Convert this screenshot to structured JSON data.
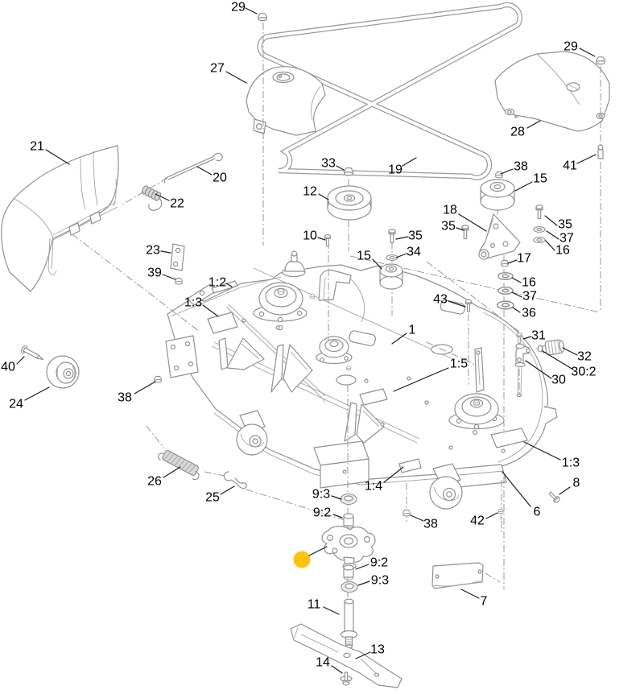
{
  "colors": {
    "highlight": "#ffc20e",
    "line": "#919191",
    "label": "#000000",
    "background": "#ffffff"
  },
  "labels": [
    {
      "text": "29"
    },
    {
      "text": "27"
    },
    {
      "text": "28"
    },
    {
      "text": "29"
    },
    {
      "text": "41"
    },
    {
      "text": "21"
    },
    {
      "text": "20"
    },
    {
      "text": "22"
    },
    {
      "text": "19"
    },
    {
      "text": "33"
    },
    {
      "text": "12"
    },
    {
      "text": "38"
    },
    {
      "text": "15"
    },
    {
      "text": "18"
    },
    {
      "text": "35"
    },
    {
      "text": "35"
    },
    {
      "text": "37"
    },
    {
      "text": "16"
    },
    {
      "text": "10"
    },
    {
      "text": "35"
    },
    {
      "text": "34"
    },
    {
      "text": "15"
    },
    {
      "text": "23"
    },
    {
      "text": "39"
    },
    {
      "text": "1:2"
    },
    {
      "text": "17"
    },
    {
      "text": "16"
    },
    {
      "text": "37"
    },
    {
      "text": "36"
    },
    {
      "text": "1:3"
    },
    {
      "text": "43"
    },
    {
      "text": "1"
    },
    {
      "text": "1:5"
    },
    {
      "text": "31"
    },
    {
      "text": "32"
    },
    {
      "text": "30:2"
    },
    {
      "text": "30"
    },
    {
      "text": "40"
    },
    {
      "text": "24"
    },
    {
      "text": "38"
    },
    {
      "text": "1:3"
    },
    {
      "text": "26"
    },
    {
      "text": "25"
    },
    {
      "text": "8"
    },
    {
      "text": "6"
    },
    {
      "text": "9:3"
    },
    {
      "text": "9:2"
    },
    {
      "text": "1:4"
    },
    {
      "text": "38"
    },
    {
      "text": "42"
    },
    {
      "text": "9:2"
    },
    {
      "text": "9:3"
    },
    {
      "text": "11"
    },
    {
      "text": "7"
    },
    {
      "text": "13"
    },
    {
      "text": "14"
    }
  ]
}
